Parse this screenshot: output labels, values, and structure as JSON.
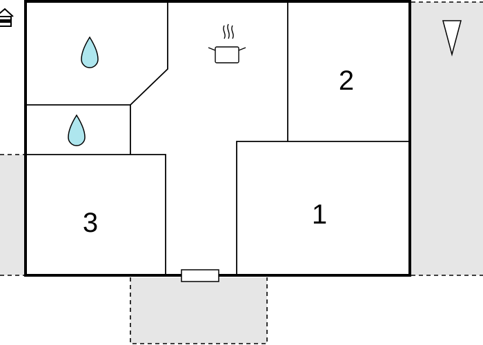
{
  "rooms": {
    "room1": {
      "label": "1"
    },
    "room2": {
      "label": "2"
    },
    "room3": {
      "label": "3"
    }
  },
  "icons": {
    "water": "water-drop-icon",
    "kitchen": "cooking-pot-icon",
    "north": "north-arrow-icon",
    "house": "house-icon"
  },
  "colors": {
    "terrace": "#e6e6e6",
    "water": "#aee6ee",
    "wall": "#000000"
  }
}
